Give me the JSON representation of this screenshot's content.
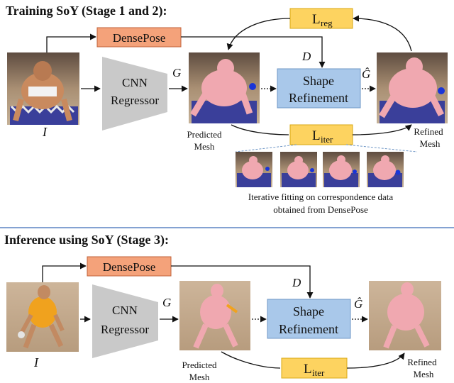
{
  "stage1": {
    "section_title": "Training SoY (Stage 1 and 2):",
    "densepose_label": "DensePose",
    "cnn_label_line1": "CNN",
    "cnn_label_line2": "Regressor",
    "shape_label_line1": "Shape",
    "shape_label_line2": "Refinement",
    "lreg_main": "L",
    "lreg_sub": "reg",
    "liter_main": "L",
    "liter_sub": "iter",
    "input_symbol": "I",
    "g_symbol": "G",
    "ghat_symbol": "Ĝ",
    "d_symbol": "D",
    "predicted_line1": "Predicted",
    "predicted_line2": "Mesh",
    "refined_line1": "Refined",
    "refined_line2": "Mesh",
    "caption_line1": "Iterative fitting on correspondence data",
    "caption_line2": "obtained from DensePose"
  },
  "stage3": {
    "section_title": "Inference using SoY (Stage 3):",
    "densepose_label": "DensePose",
    "cnn_label_line1": "CNN",
    "cnn_label_line2": "Regressor",
    "shape_label_line1": "Shape",
    "shape_label_line2": "Refinement",
    "liter_main": "L",
    "liter_sub": "iter",
    "input_symbol": "I",
    "g_symbol": "G",
    "ghat_symbol": "Ĝ",
    "d_symbol": "D",
    "predicted_line1": "Predicted",
    "predicted_line2": "Mesh",
    "refined_line1": "Refined",
    "refined_line2": "Mesh"
  },
  "colors": {
    "densepose_fill": "#f4a27a",
    "densepose_stroke": "#c0623a",
    "loss_fill": "#fdd360",
    "loss_stroke": "#d9a814",
    "shape_fill": "#a9c8ea",
    "shape_stroke": "#6f97c6",
    "cnn_fill": "#c9c9c9",
    "divider": "#5b84c4"
  }
}
